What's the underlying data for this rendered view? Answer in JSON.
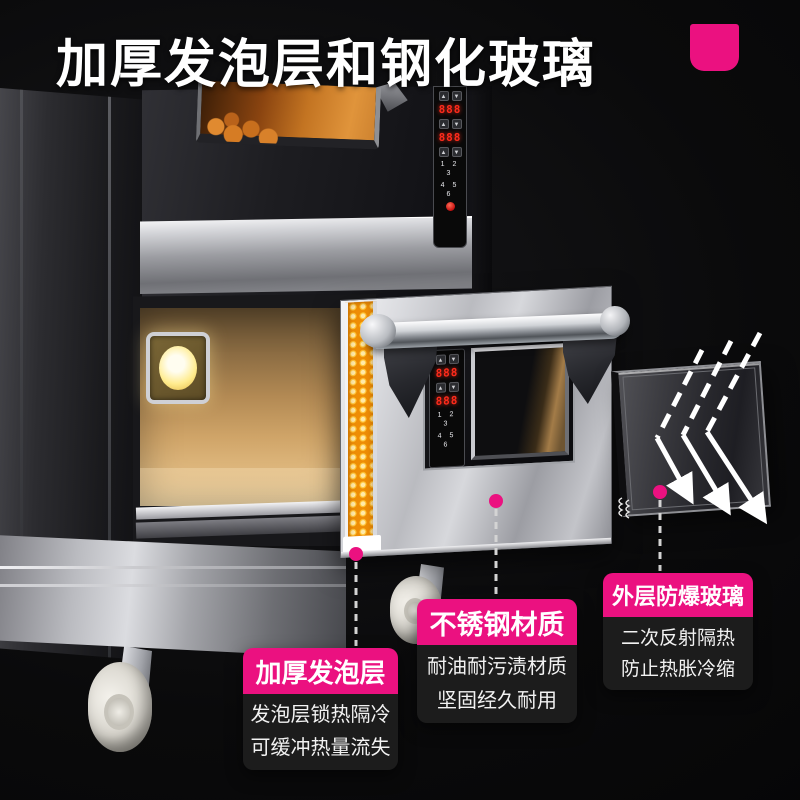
{
  "title": "加厚发泡层和钢化玻璃",
  "colors": {
    "magenta": "#EB1180",
    "foam_orange": "#EE8D05",
    "led_red": "#FF2B1B"
  },
  "oven": {
    "upper_panel": {
      "up": "▲",
      "down": "▼",
      "display": "888",
      "keys_row1": "1 2 3",
      "keys_row2": "4 5 6"
    },
    "door_panel": {
      "up": "▲",
      "down": "▼",
      "display": "888",
      "keys_row1": "1 2 3",
      "keys_row2": "4 5 6"
    }
  },
  "callouts": {
    "foam": {
      "title": "加厚发泡层",
      "line1": "发泡层锁热隔冷",
      "line2": "可缓冲热量流失"
    },
    "steel": {
      "title": "不锈钢材质",
      "line1": "耐油耐污渍材质",
      "line2": "坚固经久耐用"
    },
    "glass": {
      "title": "外层防爆玻璃",
      "line1": "二次反射隔热",
      "line2": "防止热胀冷缩"
    }
  }
}
